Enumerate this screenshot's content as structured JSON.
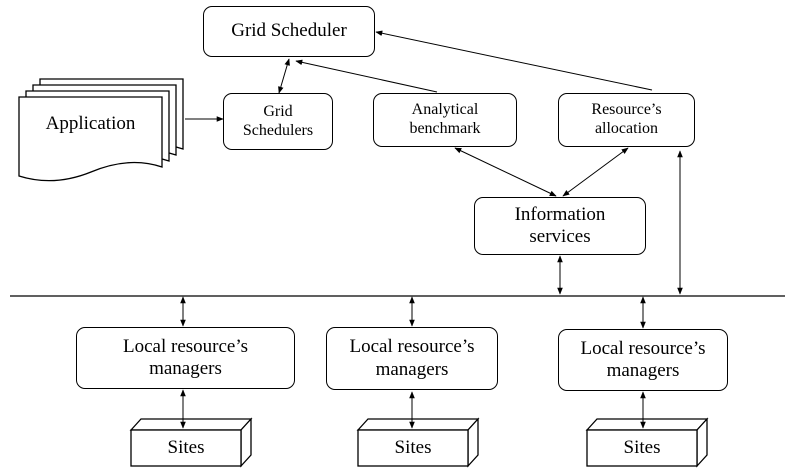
{
  "nodes": {
    "grid_scheduler": "Grid Scheduler",
    "grid_schedulers": "Grid\nSchedulers",
    "analytical_benchmark": "Analytical\nbenchmark",
    "resources_allocation": "Resource’s\nallocation",
    "information_services": "Information\nservices",
    "application": "Application",
    "local_managers": [
      "Local resource’s\nmanagers",
      "Local resource’s\nmanagers",
      "Local resource’s\nmanagers"
    ],
    "sites": [
      "Sites",
      "Sites",
      "Sites"
    ]
  }
}
